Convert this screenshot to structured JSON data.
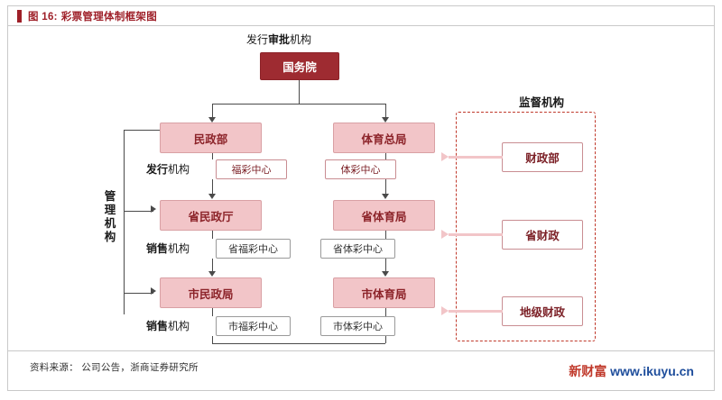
{
  "header": {
    "figure_label": "图 16:",
    "title": "彩票管理体制框架图",
    "accent_color": "#9e1f28"
  },
  "diagram": {
    "top_label_plain": "发行",
    "top_label_bold": "审批",
    "top_label_tail": "机构",
    "council": "国务院",
    "supervise_label": "监督机构",
    "left_vertical_label": "管理机构",
    "row_labels": [
      {
        "bold": "发行",
        "rest": "机构"
      },
      {
        "bold": "销售",
        "rest": "机构"
      },
      {
        "bold": "销售",
        "rest": "机构"
      }
    ],
    "welfare_chain": {
      "ministry": "民政部",
      "province": "省民政厅",
      "city": "市民政局",
      "center_national": "福彩中心",
      "center_province": "省福彩中心",
      "center_city": "市福彩中心"
    },
    "sports_chain": {
      "ministry": "体育总局",
      "province": "省体育局",
      "city": "市体育局",
      "center_national": "体彩中心",
      "center_province": "省体彩中心",
      "center_city": "市体彩中心"
    },
    "supervisors": [
      "财政部",
      "省财政",
      "地级财政"
    ]
  },
  "footer": {
    "source": "资料来源： 公司公告，浙商证券研究所",
    "watermark_red": "新财富",
    "watermark_blue": "www.ikuyu.cn"
  }
}
